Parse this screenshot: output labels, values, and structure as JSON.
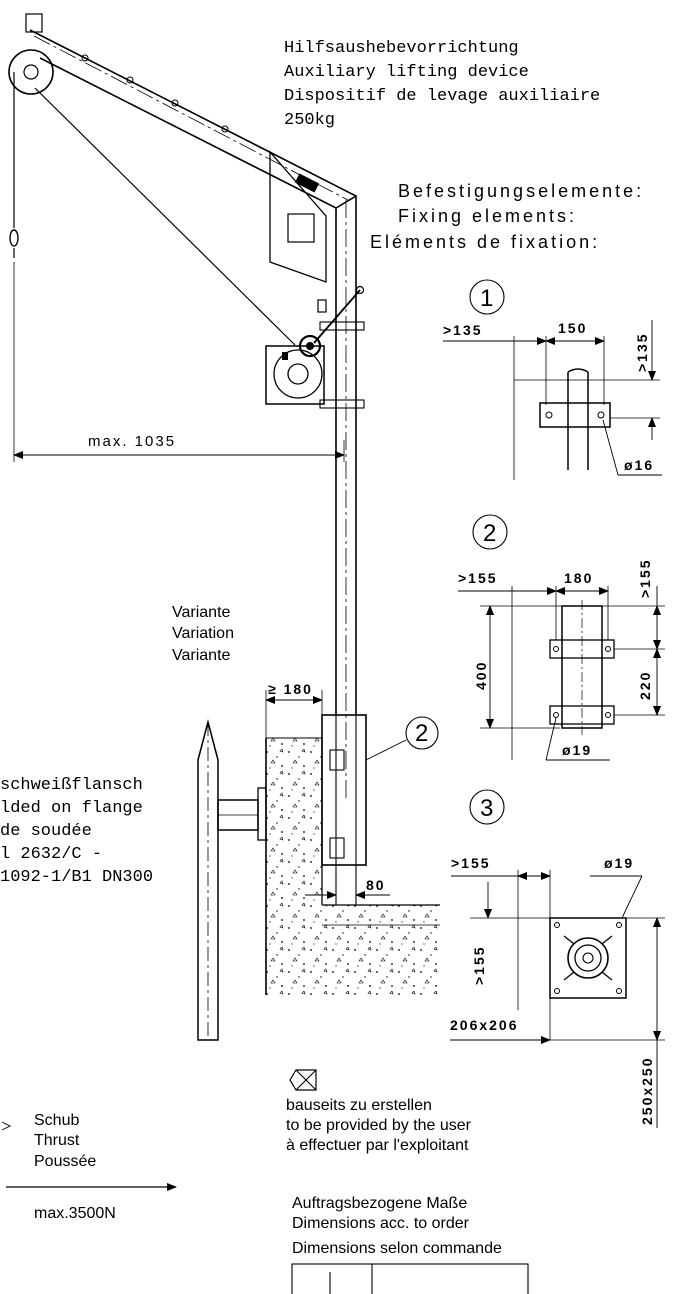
{
  "title_block": {
    "line1": "Hilfsaushebevorrichtung",
    "line2": "Auxiliary lifting device",
    "line3": "Dispositif de levage auxiliaire",
    "line4": "250kg"
  },
  "fixing_header": {
    "line1": "Befestigungselemente:",
    "line2": "Fixing elements:",
    "line3": "Eléments de fixation:"
  },
  "main": {
    "reach": "max. 1035",
    "variant_line1": "Variante",
    "variant_line2": "Variation",
    "variant_line3": "Variante",
    "wall_clearance": "≥ 180",
    "sleeve_callout": "2",
    "bottom_dim": "80"
  },
  "flange_note": {
    "line1": "schweißflansch",
    "line2": "lded on flange",
    "line3": "de soudée",
    "line4": "l 2632/C -",
    "line5": "1092-1/B1 DN300"
  },
  "detail1": {
    "number": "1",
    "dim_left": ">135",
    "dim_top": "150",
    "dim_right": ">135",
    "hole": "ø16"
  },
  "detail2": {
    "number": "2",
    "dim_left": ">155",
    "dim_top": "180",
    "dim_right": ">155",
    "dim_height": "400",
    "dim_spacing": "220",
    "hole": "ø19"
  },
  "detail3": {
    "number": "3",
    "dim_left": ">155",
    "hole": "ø19",
    "dim_vert": ">155",
    "plate_size": "206x206",
    "base_size": "250x250"
  },
  "thrust": {
    "line1": "Schub",
    "line2": "Thrust",
    "line3": "Poussée",
    "value": "max.3500N"
  },
  "legend": {
    "line1": "bauseits zu erstellen",
    "line2": "to be provided by the user",
    "line3": "à effectuer par l'exploitant"
  },
  "order_dims": {
    "line1": "Auftragsbezogene Maße",
    "line2": "Dimensions acc. to order",
    "line3": "Dimensions selon commande"
  }
}
